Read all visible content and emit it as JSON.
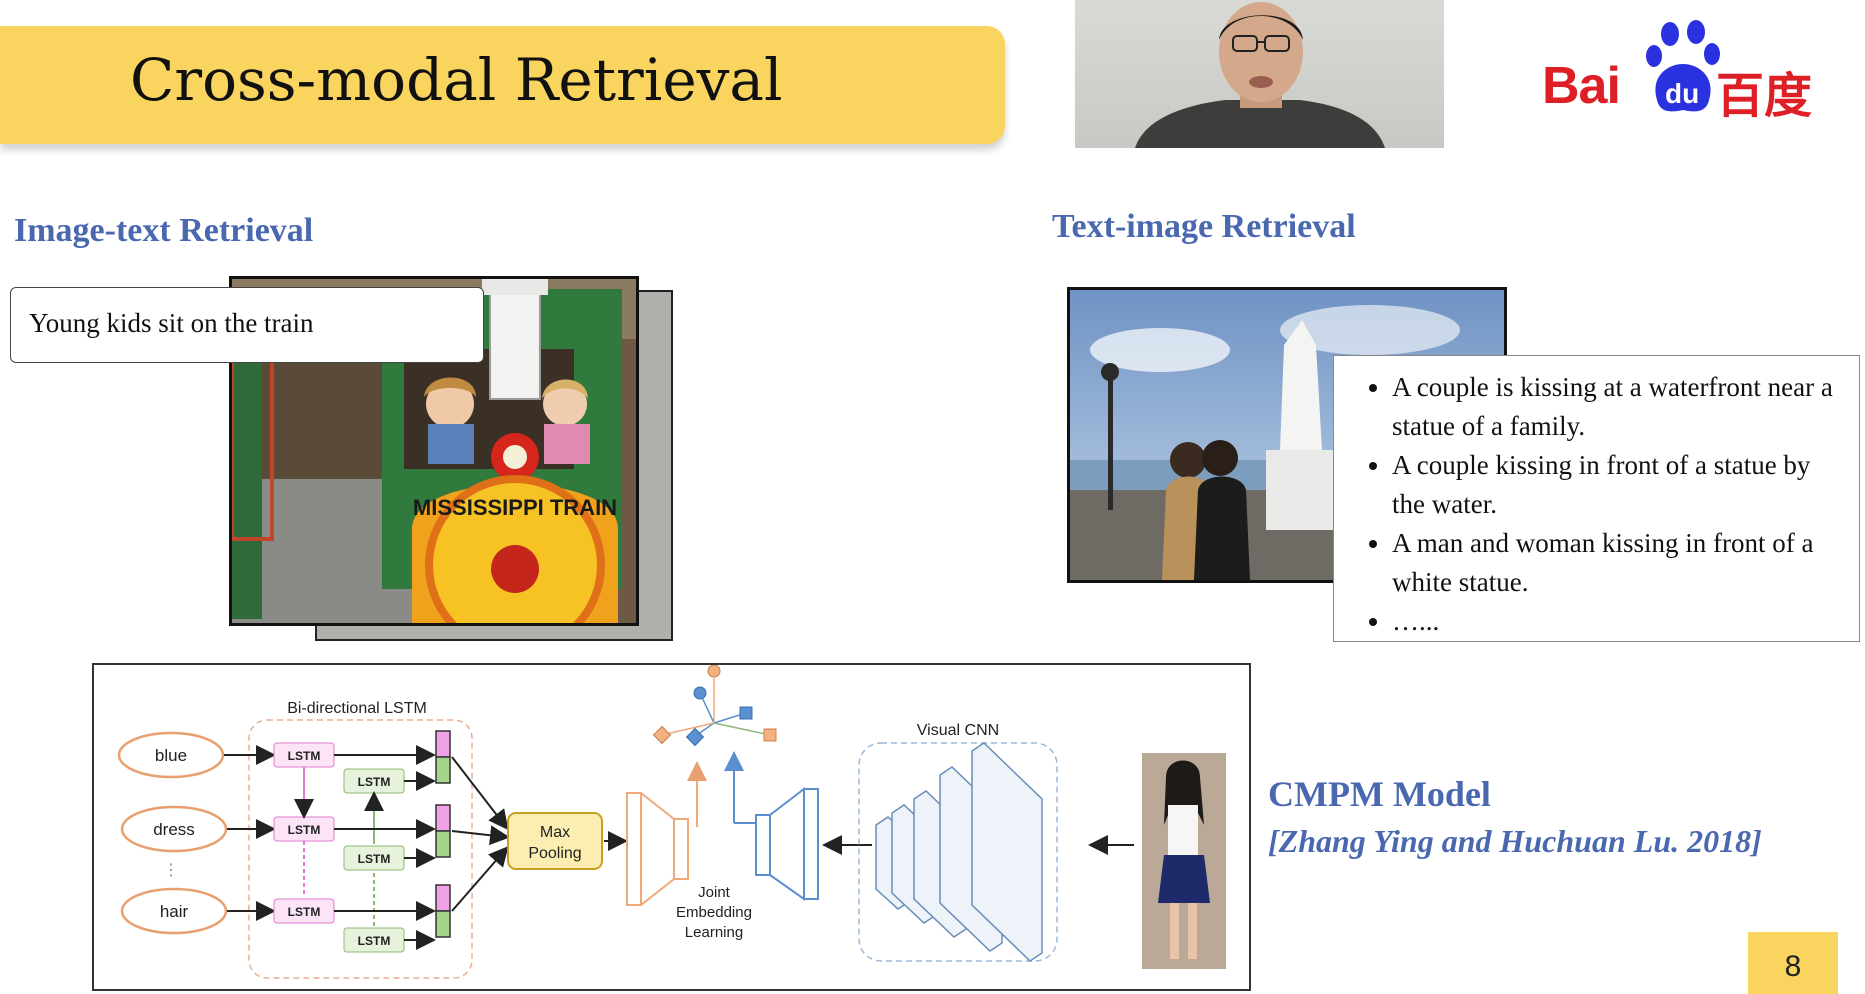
{
  "slide": {
    "title": "Cross-modal Retrieval",
    "page_number": "8"
  },
  "logo": {
    "text": "Bai",
    "text2": "du",
    "cn": "百度"
  },
  "left_section": {
    "heading": "Image-text Retrieval",
    "query_caption": "Young kids sit on the train",
    "sign_text": "MISSISSIPPI TRAIN"
  },
  "right_section": {
    "heading": "Text-image Retrieval",
    "captions": [
      "A couple is kissing at a waterfront near a statue of a family.",
      "A couple kissing in front of a statue by the water.",
      "A man and woman kissing in front of a white statue.",
      "…..."
    ]
  },
  "diagram": {
    "lstm_title": "Bi-directional LSTM",
    "words": [
      "blue",
      "dress",
      "hair"
    ],
    "ellipsis": "⋮",
    "lstm_label": "LSTM",
    "pooling_label_1": "Max",
    "pooling_label_2": "Pooling",
    "joint_1": "Joint",
    "joint_2": "Embedding",
    "joint_3": "Learning",
    "cnn_title": "Visual CNN"
  },
  "cmpm": {
    "title": "CMPM Model",
    "ref_authors": "[Zhang Ying and Huchuan Lu. ",
    "ref_year": "2018",
    "ref_close": "]"
  },
  "colors": {
    "title_bar": "#f9d55f",
    "heading_blue": "#4a68b0",
    "baidu_red": "#de1f26",
    "baidu_blue": "#2a32e0"
  }
}
